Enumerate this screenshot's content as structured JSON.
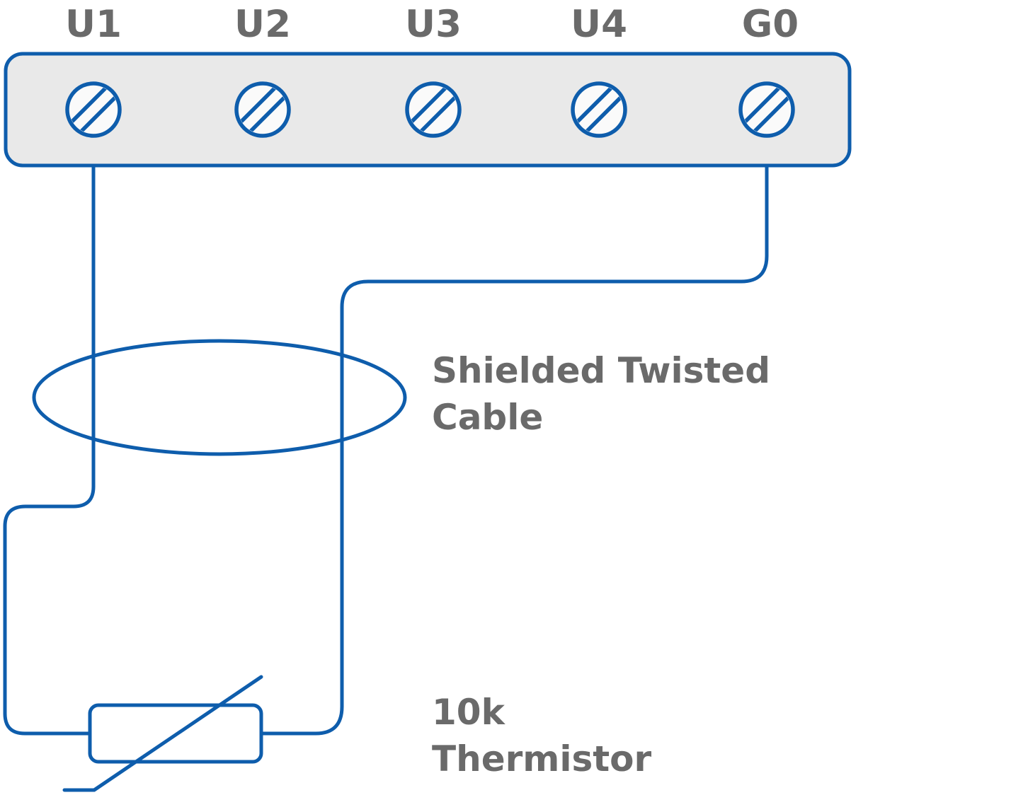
{
  "diagram": {
    "terminal_block": {
      "terminals": [
        {
          "label": "U1"
        },
        {
          "label": "U2"
        },
        {
          "label": "U3"
        },
        {
          "label": "U4"
        },
        {
          "label": "G0"
        }
      ]
    },
    "annotations": {
      "cable_line1": "Shielded Twisted",
      "cable_line2": "Cable",
      "thermistor_line1": "10k",
      "thermistor_line2": "Thermistor"
    },
    "colors": {
      "wire_blue": "#0e5dac",
      "text_gray": "#6a6a6a",
      "block_fill": "#e9e9e9",
      "screw_fill": "#fafafa",
      "bg": "#ffffff"
    }
  }
}
